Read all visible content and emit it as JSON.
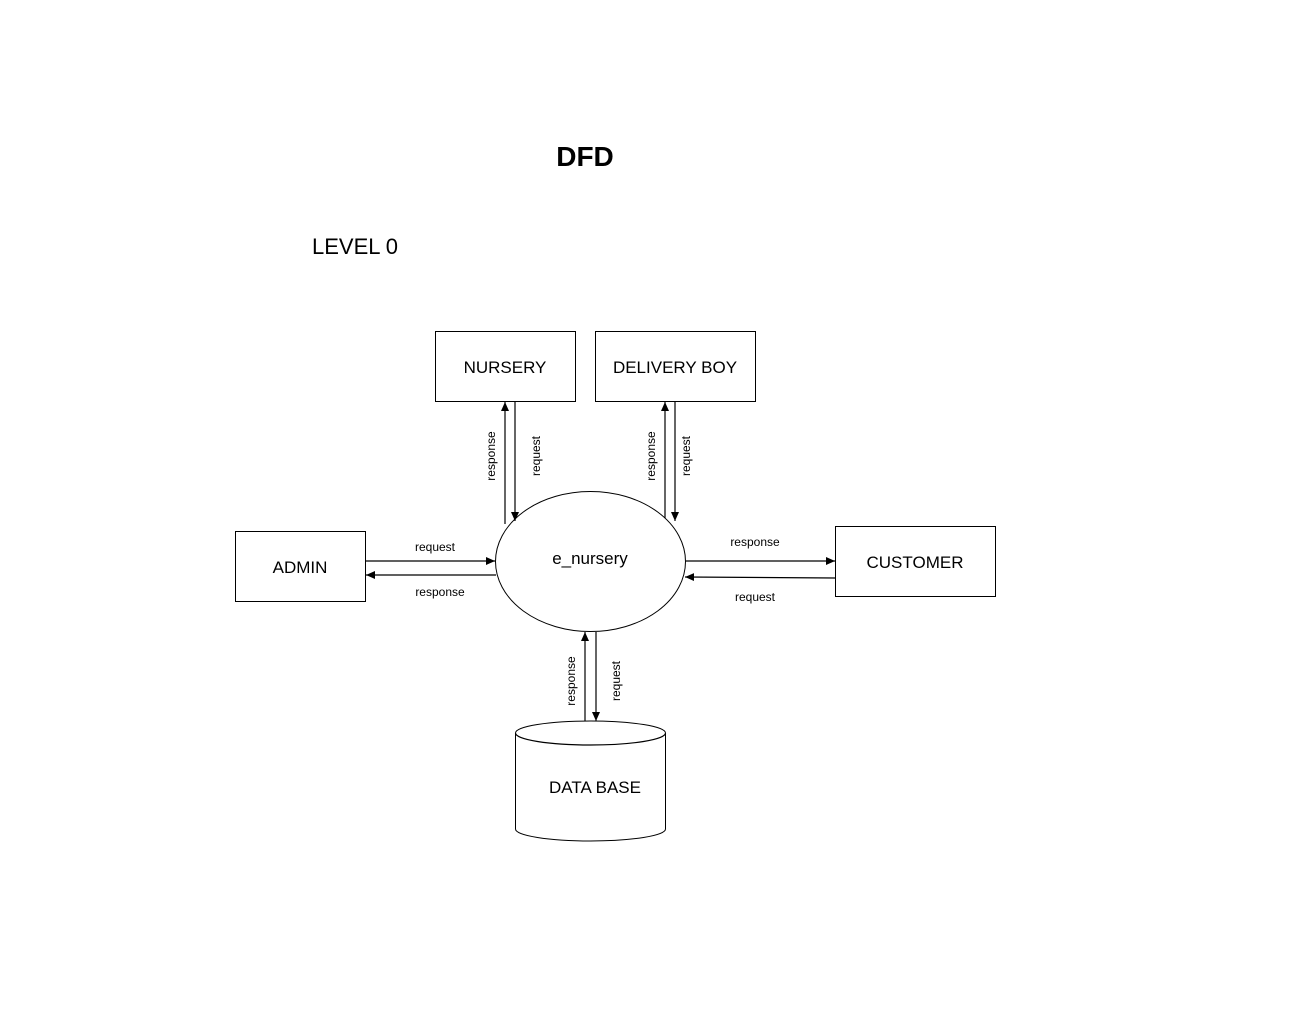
{
  "title": "DFD",
  "level": "LEVEL 0",
  "nodes": {
    "process": "e_nursery",
    "nursery": "NURSERY",
    "delivery_boy": "DELIVERY BOY",
    "admin": "ADMIN",
    "customer": "CUSTOMER",
    "database": "DATA BASE"
  },
  "flows": {
    "nursery": {
      "response": "response",
      "request": "request"
    },
    "delivery_boy": {
      "response": "response",
      "request": "request"
    },
    "admin": {
      "request": "request",
      "response": "response"
    },
    "customer": {
      "response": "response",
      "request": "request"
    },
    "database": {
      "response": "response",
      "request": "request"
    }
  }
}
